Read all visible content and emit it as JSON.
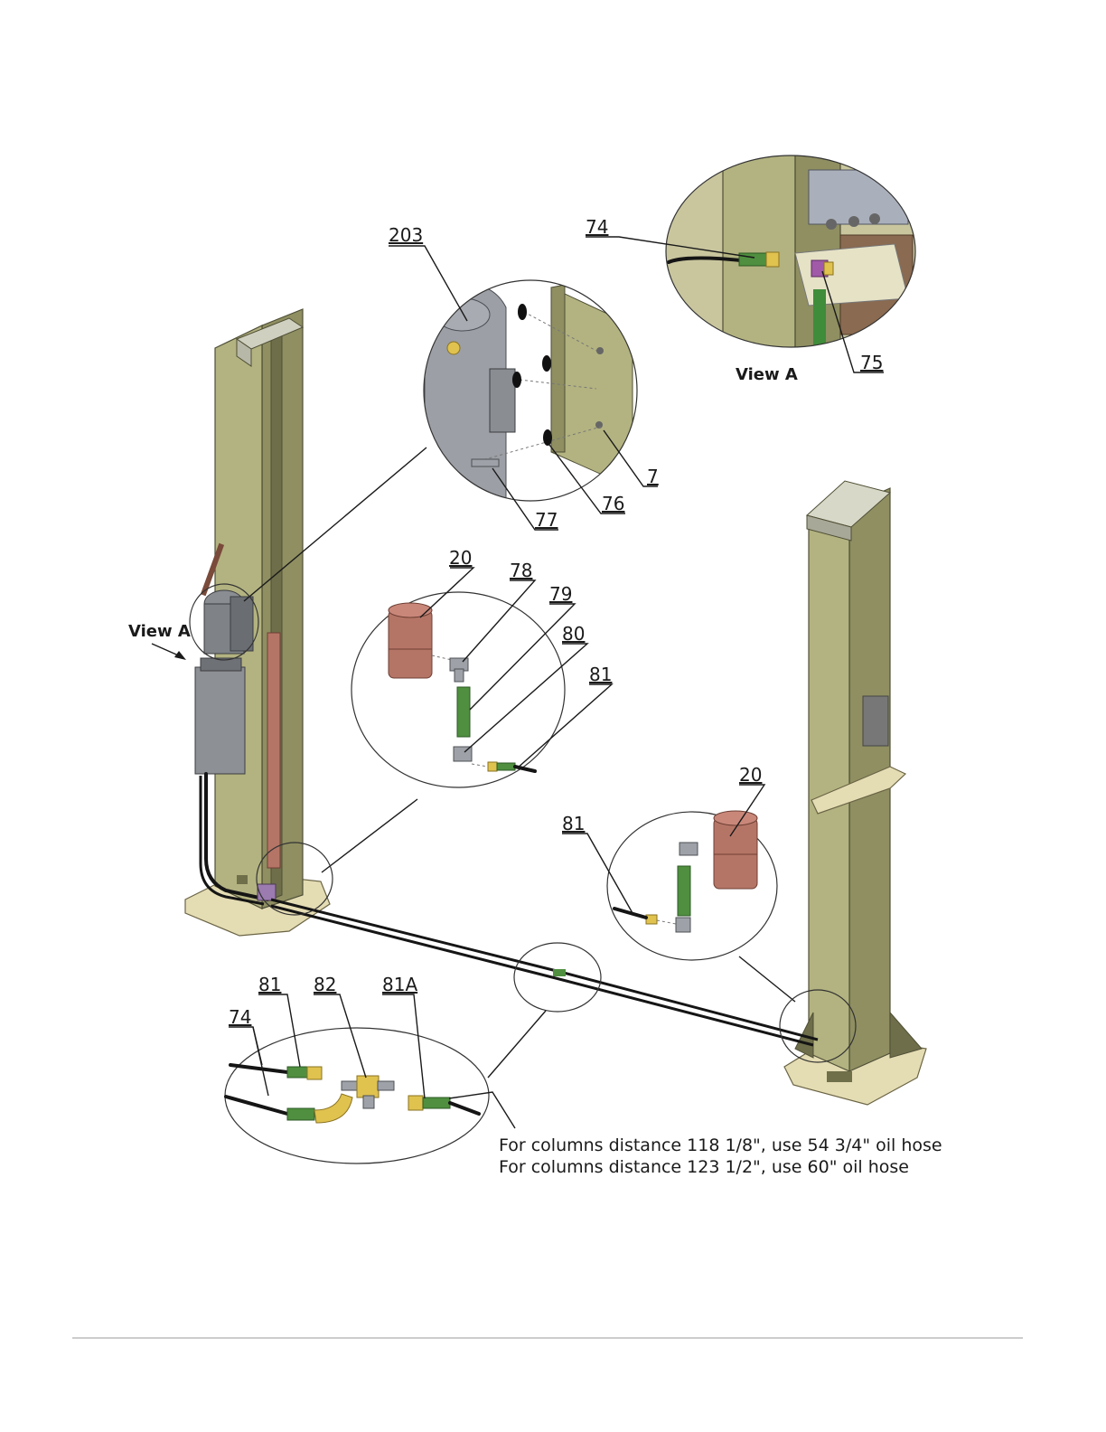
{
  "callouts": {
    "c203": "203",
    "c74_top": "74",
    "c75": "75",
    "c7": "7",
    "c76": "76",
    "c77": "77",
    "c20_left": "20",
    "c78": "78",
    "c79": "79",
    "c80": "80",
    "c81_left": "81",
    "c20_right": "20",
    "c81_right": "81",
    "c81_bottom": "81",
    "c82": "82",
    "c81A": "81A",
    "c74_bottom": "74"
  },
  "view_labels": {
    "view_a_detail": "View A",
    "view_a_pointer": "View A"
  },
  "notes": [
    "For columns distance 118 1/8\", use 54 3/4\" oil hose",
    "For columns distance 123 1/2\", use 60\" oil hose"
  ],
  "colors": {
    "column": "#b3b381",
    "base_plate": "#e4dcb3",
    "hose": "#151515",
    "hose_sleeve": "#4f8f3f",
    "brass_fitting": "#e0c24f",
    "cylinder": "#b57566"
  }
}
